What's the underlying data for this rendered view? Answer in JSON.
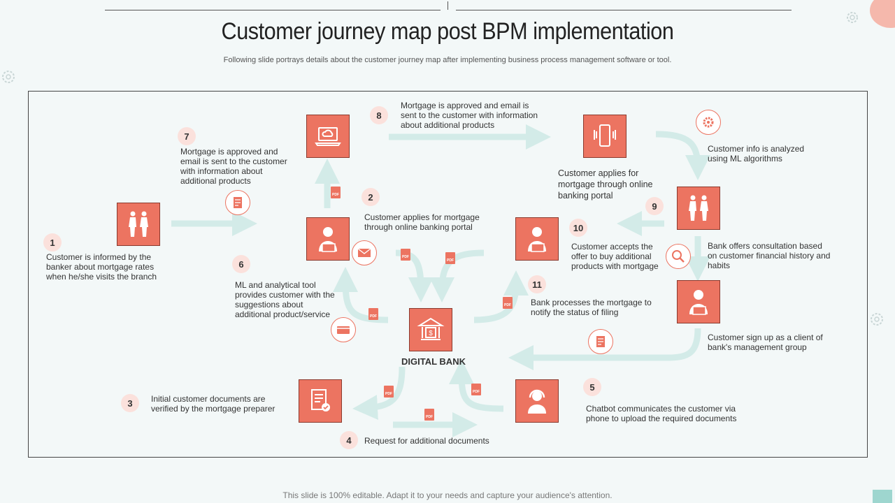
{
  "title": "Customer journey map post BPM implementation",
  "subtitle": "Following slide portrays details about the customer journey map after implementing business process management software or tool.",
  "footer": "This slide is 100% editable. Adapt it to your needs and capture your audience's attention.",
  "center_label": "DIGITAL BANK",
  "pdf_label": "PDF",
  "colors": {
    "accent": "#ec7461",
    "arrow": "#d3ebe8",
    "badge": "#fbe1dc",
    "background": "#f3f8f8"
  },
  "steps": [
    {
      "num": "1",
      "text": "Customer is informed by the banker about mortgage rates when he/she visits the branch"
    },
    {
      "num": "2",
      "text": "Customer applies for mortgage through online banking portal"
    },
    {
      "num": "3",
      "text": "Initial customer documents are verified by the mortgage preparer"
    },
    {
      "num": "4",
      "text": "Request for additional documents"
    },
    {
      "num": "5",
      "text": "Chatbot communicates the customer via phone to upload the required documents"
    },
    {
      "num": "6",
      "text": "ML and analytical tool provides customer with the suggestions about additional product/service"
    },
    {
      "num": "7",
      "text": "Mortgage is approved and email is sent to the customer with information about additional products"
    },
    {
      "num": "8",
      "text": "Mortgage is approved and email is sent to the customer with information about additional products"
    },
    {
      "num": "9",
      "text": ""
    },
    {
      "num": "10",
      "text": "Customer accepts the offer to buy additional products with mortgage"
    },
    {
      "num": "11",
      "text": "Bank processes the mortgage to notify the status of filing"
    }
  ],
  "extra_texts": {
    "applies_portal": "Customer applies for mortgage through online banking portal",
    "ml_analyzed": "Customer info is analyzed using ML algorithms",
    "consultation": "Bank offers consultation based on customer financial history and habits",
    "signup": "Customer sign up as a client of bank's management group"
  },
  "icons": {
    "box_people_left": "two-people-talking-icon",
    "box_laptop_cloud": "laptop-cloud-icon",
    "box_user_laptop_2": "user-laptop-icon",
    "box_bank": "bank-building-icon",
    "box_documents": "documents-check-icon",
    "box_chatbot": "headset-agent-icon",
    "box_user_laptop_10": "user-laptop-icon",
    "box_phone": "smartphone-icon",
    "box_people_right": "two-people-talking-icon",
    "box_user_laptop_signup": "user-laptop-icon"
  }
}
